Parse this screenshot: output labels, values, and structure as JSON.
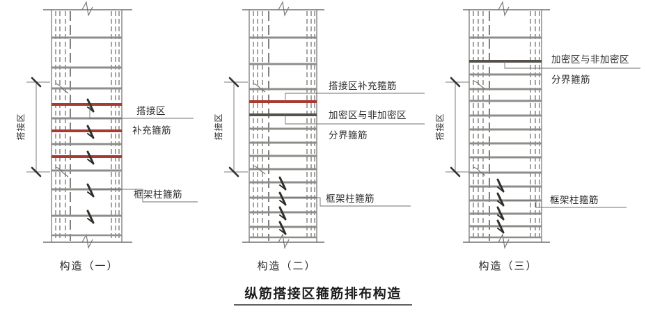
{
  "main_title": "纵筋搭接区箍筋排布构造",
  "colors": {
    "stirrup_normal": "#8d8d8a",
    "stirrup_supplement": "#a83a32",
    "stirrup_boundary": "#55524d",
    "column_outline": "#6f6f6c",
    "rebar": "#4a4a48",
    "text": "#2b2b2b",
    "background": "#ffffff"
  },
  "diagrams": [
    {
      "id": "construction-one",
      "caption": "构造（一）",
      "dimension_label": "搭接区",
      "labels": [
        {
          "key": "lap-zone",
          "text": "搭接区"
        },
        {
          "key": "supplementary-stirrup",
          "text": "补充箍筋"
        },
        {
          "key": "frame-column-stirrup",
          "text": "框架柱箍筋"
        }
      ]
    },
    {
      "id": "construction-two",
      "caption": "构造（二）",
      "dimension_label": "搭接区",
      "labels": [
        {
          "key": "lap-zone-supplementary-stirrup",
          "text": "搭接区补充箍筋"
        },
        {
          "key": "dense-nondense-zone",
          "text": "加密区与非加密区"
        },
        {
          "key": "boundary-stirrup",
          "text": "分界箍筋"
        },
        {
          "key": "frame-column-stirrup",
          "text": "框架柱箍筋"
        }
      ]
    },
    {
      "id": "construction-three",
      "caption": "构造（三）",
      "dimension_label": "搭接区",
      "labels": [
        {
          "key": "dense-nondense-zone",
          "text": "加密区与非加密区"
        },
        {
          "key": "boundary-stirrup",
          "text": "分界箍筋"
        },
        {
          "key": "frame-column-stirrup",
          "text": "框架柱箍筋"
        }
      ]
    }
  ]
}
